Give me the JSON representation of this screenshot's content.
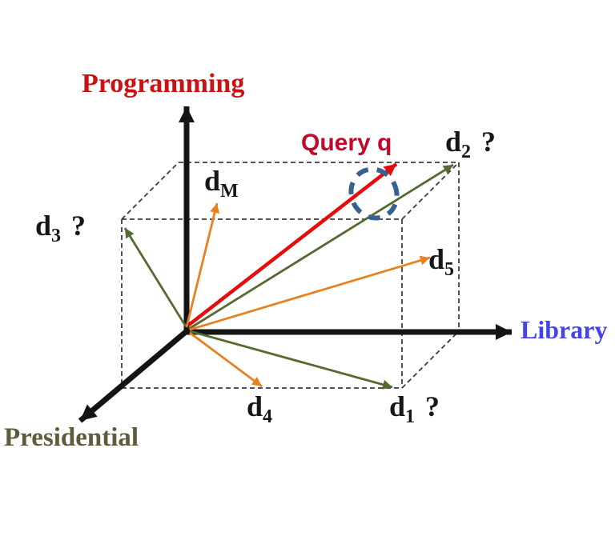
{
  "colors": {
    "axis": "#141414",
    "box_line": "#3d3d3d",
    "programming_red": "#cc1111",
    "query_red": "#c3082a",
    "arrow_red": "#e80b0b",
    "olive": "#556b2f",
    "orange": "#e8821e",
    "library_blue": "#4343ee",
    "presidential_olive": "#5e5a3c",
    "doc_black": "#161616",
    "ellipse_blue": "#38618f"
  },
  "axes": {
    "programming": {
      "label": "Programming"
    },
    "library": {
      "label": "Library"
    },
    "presidential": {
      "label": "Presidential"
    }
  },
  "query": {
    "label": "Query q"
  },
  "vectors": {
    "d1": {
      "base": "d",
      "sub": "1",
      "suffix": "?",
      "color": "olive"
    },
    "d2": {
      "base": "d",
      "sub": "2",
      "suffix": "?",
      "color": "olive"
    },
    "d3": {
      "base": "d",
      "sub": "3",
      "suffix": "?",
      "color": "olive"
    },
    "d4": {
      "base": "d",
      "sub": "4",
      "suffix": "",
      "color": "orange"
    },
    "d5": {
      "base": "d",
      "sub": "5",
      "suffix": "",
      "color": "orange"
    },
    "dM": {
      "base": "d",
      "sub": "M",
      "suffix": "",
      "color": "orange"
    }
  },
  "shapes": {
    "similarity_ellipse": "blue-dashed-ellipse-around-query-and-d2"
  }
}
